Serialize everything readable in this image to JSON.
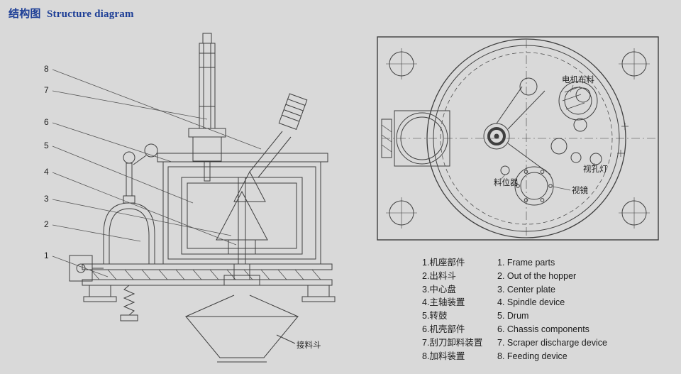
{
  "header": {
    "title_zh": "结构图",
    "title_en": "Structure diagram"
  },
  "side_view": {
    "callouts": [
      "8",
      "7",
      "6",
      "5",
      "4",
      "3",
      "2",
      "1"
    ],
    "hopper_label": "接料斗"
  },
  "top_view": {
    "labels": {
      "motor": "电机布料",
      "sight_lamp": "视孔灯",
      "level_indicator": "料位器",
      "sight_glass": "视镜"
    }
  },
  "legend": {
    "items": [
      {
        "zh": "1.机座部件",
        "en": "1. Frame parts"
      },
      {
        "zh": "2.出料斗",
        "en": "2. Out of the hopper"
      },
      {
        "zh": "3.中心盘",
        "en": "3. Center plate"
      },
      {
        "zh": "4.主轴装置",
        "en": "4. Spindle device"
      },
      {
        "zh": "5.转鼓",
        "en": "5. Drum"
      },
      {
        "zh": "6.机壳部件",
        "en": "6. Chassis components"
      },
      {
        "zh": "7.刮刀卸料装置",
        "en": "7. Scraper discharge device"
      },
      {
        "zh": "8.加料装置",
        "en": "8. Feeding device"
      }
    ]
  },
  "colors": {
    "background": "#d9d9d9",
    "line": "#3f3f3f",
    "accent": "#1d3e96"
  }
}
